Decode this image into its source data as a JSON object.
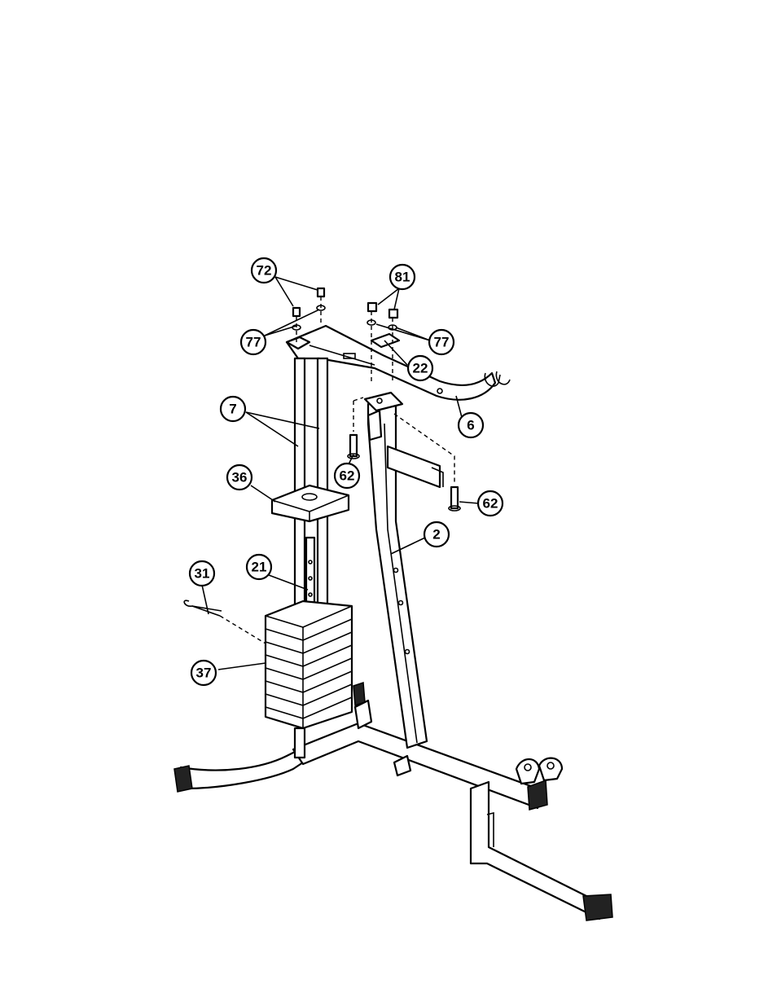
{
  "callouts": [
    {
      "id": "72",
      "label": "72"
    },
    {
      "id": "81",
      "label": "81"
    },
    {
      "id": "77a",
      "label": "77"
    },
    {
      "id": "77b",
      "label": "77"
    },
    {
      "id": "22",
      "label": "22"
    },
    {
      "id": "6",
      "label": "6"
    },
    {
      "id": "7",
      "label": "7"
    },
    {
      "id": "62a",
      "label": "62"
    },
    {
      "id": "36",
      "label": "36"
    },
    {
      "id": "62b",
      "label": "62"
    },
    {
      "id": "2",
      "label": "2"
    },
    {
      "id": "31",
      "label": "31"
    },
    {
      "id": "21",
      "label": "21"
    },
    {
      "id": "37",
      "label": "37"
    }
  ]
}
